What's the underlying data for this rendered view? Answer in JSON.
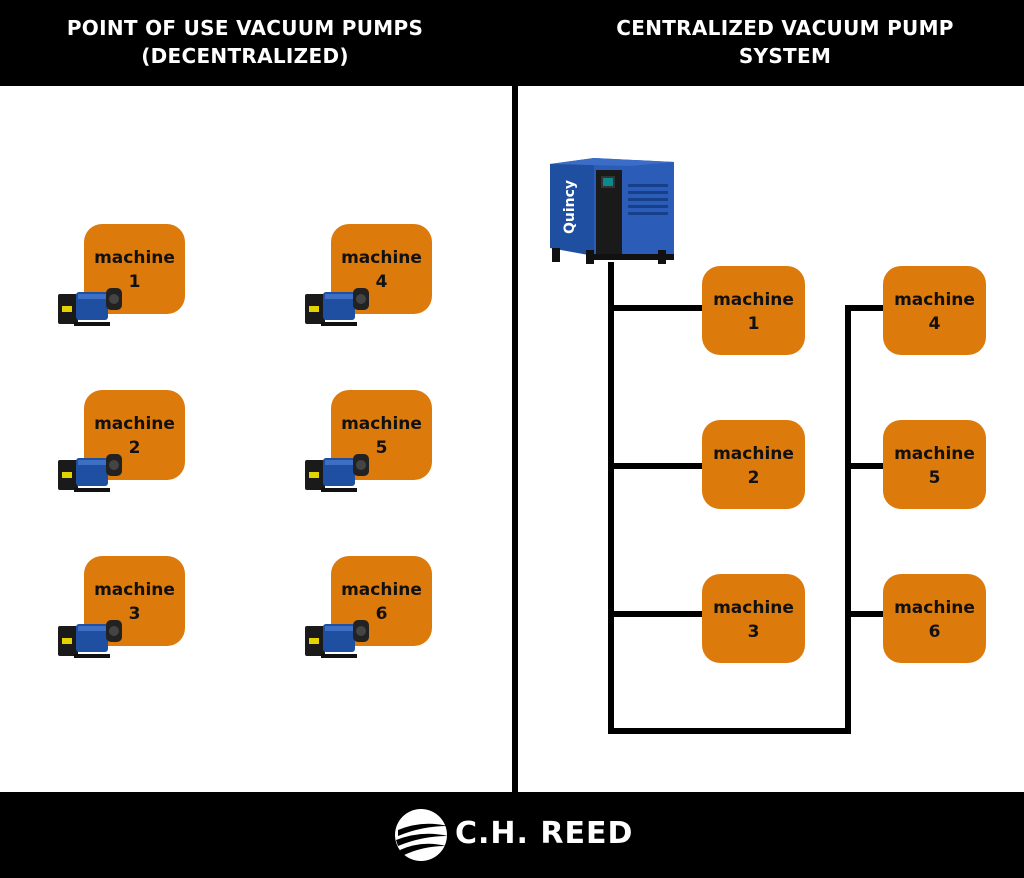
{
  "header": {
    "left_title_line1": "POINT OF USE VACUUM PUMPS",
    "left_title_line2": "(DECENTRALIZED)",
    "right_title_line1": "CENTRALIZED VACUUM PUMP",
    "right_title_line2": "SYSTEM"
  },
  "decentralized": {
    "machines": [
      {
        "label": "machine",
        "number": "1"
      },
      {
        "label": "machine",
        "number": "2"
      },
      {
        "label": "machine",
        "number": "3"
      },
      {
        "label": "machine",
        "number": "4"
      },
      {
        "label": "machine",
        "number": "5"
      },
      {
        "label": "machine",
        "number": "6"
      }
    ],
    "pump_icon": "rotary-vacuum-pump-icon"
  },
  "centralized": {
    "pump_icon": "central-vacuum-pump-unit-icon",
    "pump_brand": "Quincy",
    "machines": [
      {
        "label": "machine",
        "number": "1"
      },
      {
        "label": "machine",
        "number": "2"
      },
      {
        "label": "machine",
        "number": "3"
      },
      {
        "label": "machine",
        "number": "4"
      },
      {
        "label": "machine",
        "number": "5"
      },
      {
        "label": "machine",
        "number": "6"
      }
    ]
  },
  "footer": {
    "brand_name": "C.H. REED",
    "logo_icon": "ch-reed-swoosh-logo"
  },
  "colors": {
    "machine_box": "#dd7a0c",
    "pump_blue": "#1f4fa0",
    "header_bg": "#000000",
    "text_on_dark": "#ffffff"
  }
}
